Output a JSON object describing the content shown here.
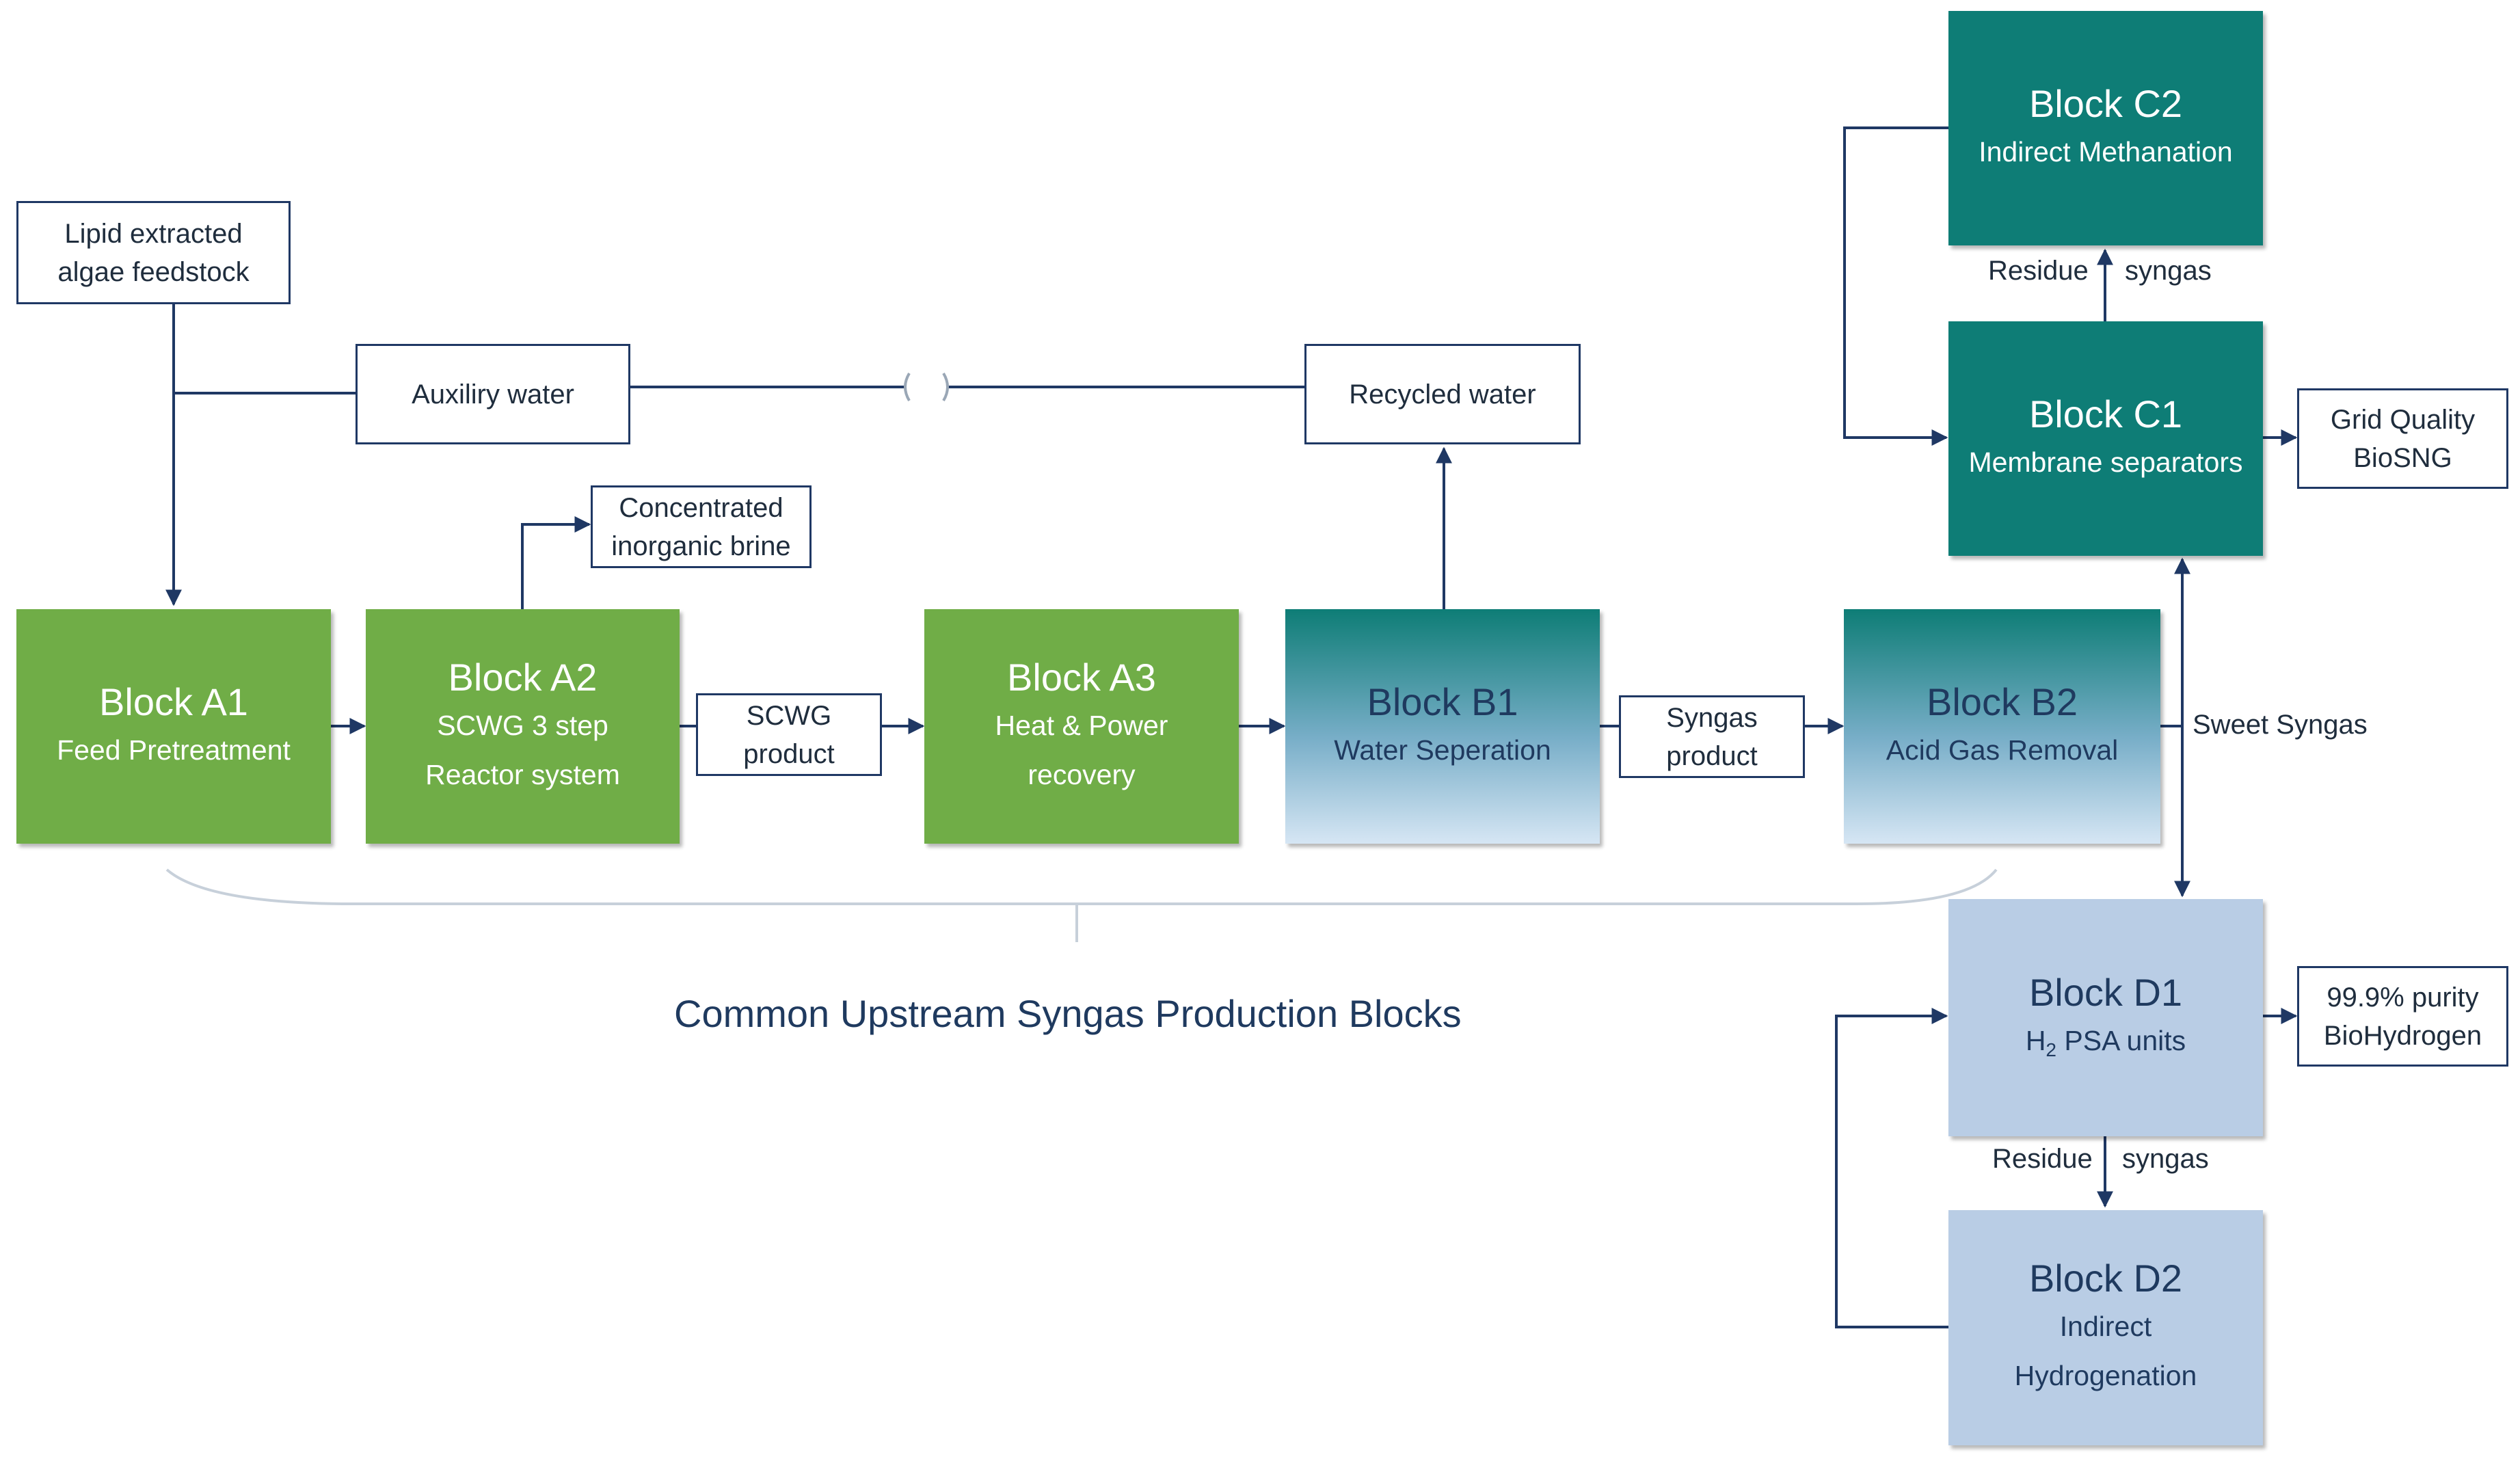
{
  "blocks": {
    "a1": {
      "title": "Block A1",
      "sub1": "Feed Pretreatment"
    },
    "a2": {
      "title": "Block A2",
      "sub1": "SCWG 3 step",
      "sub2": "Reactor system"
    },
    "a3": {
      "title": "Block A3",
      "sub1": "Heat & Power",
      "sub2": "recovery"
    },
    "b1": {
      "title": "Block B1",
      "sub1": "Water Seperation"
    },
    "b2": {
      "title": "Block B2",
      "sub1": "Acid Gas Removal"
    },
    "c1": {
      "title": "Block C1",
      "sub1": "Membrane separators"
    },
    "c2": {
      "title": "Block C2",
      "sub1": "Indirect Methanation"
    },
    "d1": {
      "title": "Block D1",
      "sub_prefix": "H",
      "sub_subscript": "2",
      "sub_suffix": " PSA units"
    },
    "d2": {
      "title": "Block D2",
      "sub1": "Indirect",
      "sub2": "Hydrogenation"
    }
  },
  "streams": {
    "feedstock": {
      "line1": "Lipid extracted",
      "line2": "algae feedstock"
    },
    "auxiliary_water": "Auxiliry water",
    "recycled_water": "Recycled water",
    "brine": {
      "line1": "Concentrated",
      "line2": "inorganic brine"
    },
    "scwg_product": {
      "line1": "SCWG",
      "line2": "product"
    },
    "syngas_product": {
      "line1": "Syngas",
      "line2": "product"
    },
    "grid_biosng": {
      "line1": "Grid Quality",
      "line2": "BioSNG"
    },
    "biohydrogen": {
      "line1": "99.9% purity",
      "line2": "BioHydrogen"
    }
  },
  "labels": {
    "residue_c": "Residue",
    "syngas_c": "syngas",
    "residue_d": "Residue",
    "syngas_d": "syngas",
    "sweet_syngas": "Sweet Syngas",
    "upstream_group": "Common Upstream Syngas Production Blocks"
  },
  "colors": {
    "green_block": "#70ad47",
    "teal_block": "#0e7d76",
    "light_blue_block": "#b9cde5",
    "connector": "#1f3864"
  }
}
